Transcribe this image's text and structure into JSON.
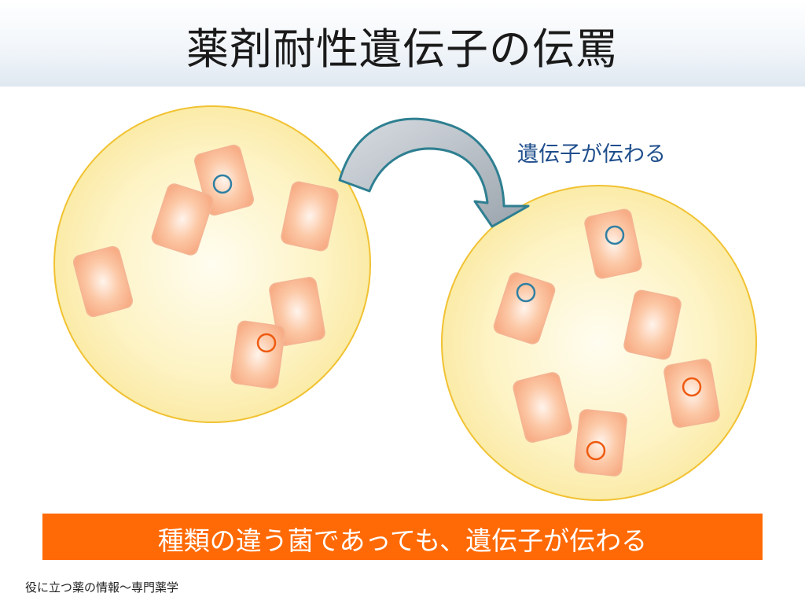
{
  "title": "薬剤耐性遺伝子の伝罵",
  "transfer_label": "遺伝子が伝わる",
  "banner_text": "種類の違う菌であっても、遺伝子が伝わる",
  "footer_text": "役に立つ薬の情報〜専門薬学",
  "colors": {
    "cell_fill": "#fdf3c0",
    "cell_border": "#f1c232",
    "plasmid_blue": "#2f7fa3",
    "plasmid_orange": "#ee5a10",
    "arrow_fill": "#bcc4cc",
    "arrow_stroke": "#2e7f91",
    "banner": "#ff6a06",
    "label": "#1f4e8c"
  },
  "icons": [
    "curved-transfer-arrow-icon"
  ]
}
